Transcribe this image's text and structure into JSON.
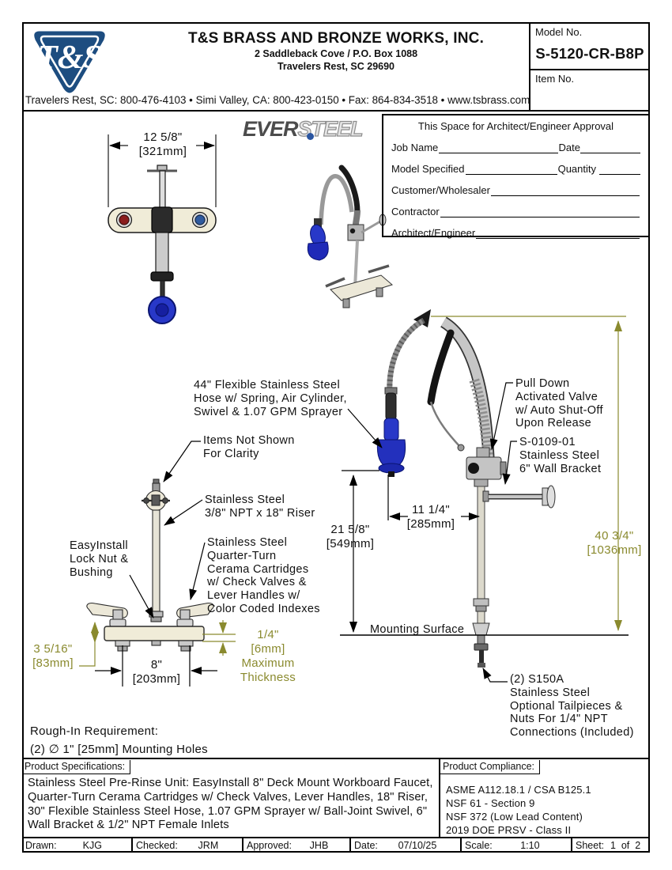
{
  "colors": {
    "brand_blue": "#1d4d80",
    "dimension_olive": "#8a8a2e",
    "sprayer_blue": "#2838c8",
    "index_red": "#8b1d1d",
    "index_blue": "#2f5a9e",
    "fixture_ivory": "#f0ecd8",
    "metal_gray": "#c9c9c9"
  },
  "header": {
    "logo_text": "T&S",
    "company": "T&S BRASS AND BRONZE WORKS, INC.",
    "address1": "2 Saddleback Cove / P.O. Box 1088",
    "address2": "Travelers Rest, SC  29690",
    "model_label": "Model No.",
    "model_value": "S-5120-CR-B8P",
    "item_label": "Item No.",
    "contact": "Travelers Rest, SC: 800-476-4103 • Simi Valley, CA: 800-423-0150 • Fax: 864-834-3518 • www.tsbrass.com"
  },
  "brand": {
    "eversteel_ever": "EVER",
    "eversteel_steel": "STEEL"
  },
  "approval": {
    "title": "This Space for Architect/Engineer Approval",
    "job_name_label": "Job Name",
    "date_label": "Date",
    "model_specified_label": "Model Specified",
    "quantity_label": "Quantity",
    "customer_label": "Customer/Wholesaler",
    "contractor_label": "Contractor",
    "architect_label": "Architect/Engineer"
  },
  "drawing": {
    "dims": {
      "width_top": "12 5/8\"\n[321mm]",
      "d11": "11 1/4\"\n[285mm]",
      "d21": "21 5/8\"\n[549mm]",
      "d40": "40 3/4\"\n[1036mm]",
      "d3516": "3 5/16\"\n[83mm]",
      "d8": "8\"\n[203mm]",
      "d14": "1/4\"\n[6mm]\nMaximum\nThickness"
    },
    "callouts": {
      "hose": "44\" Flexible Stainless Steel\nHose w/ Spring, Air Cylinder,\nSwivel & 1.07 GPM Sprayer",
      "items_not_shown": "Items Not Shown\nFor Clarity",
      "riser": "Stainless Steel\n3/8\" NPT x 18\" Riser",
      "locknut": "EasyInstall\nLock Nut &\nBushing",
      "cartridges": "Stainless Steel\nQuarter-Turn\nCerama Cartridges\nw/ Check Valves &\nLever Handles w/\nColor Coded Indexes",
      "pulldown": "Pull Down\nActivated Valve\nw/ Auto Shut-Off\nUpon Release",
      "wall_bracket": "S-0109-01\nStainless Steel\n6\" Wall Bracket",
      "tailpieces": "(2) S150A\nStainless Steel\nOptional Tailpieces &\nNuts For 1/4\" NPT\nConnections (Included)",
      "mounting_surface": "Mounting Surface"
    },
    "rough_in": "Rough-In Requirement:\n(2) ∅ 1\" [25mm] Mounting Holes"
  },
  "specs": {
    "title": "Product Specifications:",
    "body": "Stainless Steel Pre-Rinse Unit: EasyInstall 8\" Deck Mount Workboard Faucet, Quarter-Turn Cerama Cartridges w/ Check Valves, Lever Handles, 18\" Riser, 30\" Flexible Stainless Steel Hose, 1.07 GPM Sprayer w/ Ball-Joint Swivel, 6\" Wall Bracket & 1/2\" NPT Female Inlets"
  },
  "compliance": {
    "title": "Product Compliance:",
    "items": [
      "ASME A112.18.1 / CSA B125.1",
      "NSF 61 - Section 9",
      "NSF 372 (Low Lead Content)",
      "2019 DOE PRSV - Class II"
    ]
  },
  "titleblock": {
    "drawn_label": "Drawn:",
    "drawn": "KJG",
    "checked_label": "Checked:",
    "checked": "JRM",
    "approved_label": "Approved:",
    "approved": "JHB",
    "date_label": "Date:",
    "date": "07/10/25",
    "scale_label": "Scale:",
    "scale": "1:10",
    "sheet_label": "Sheet:",
    "sheet": "1  of  2"
  }
}
